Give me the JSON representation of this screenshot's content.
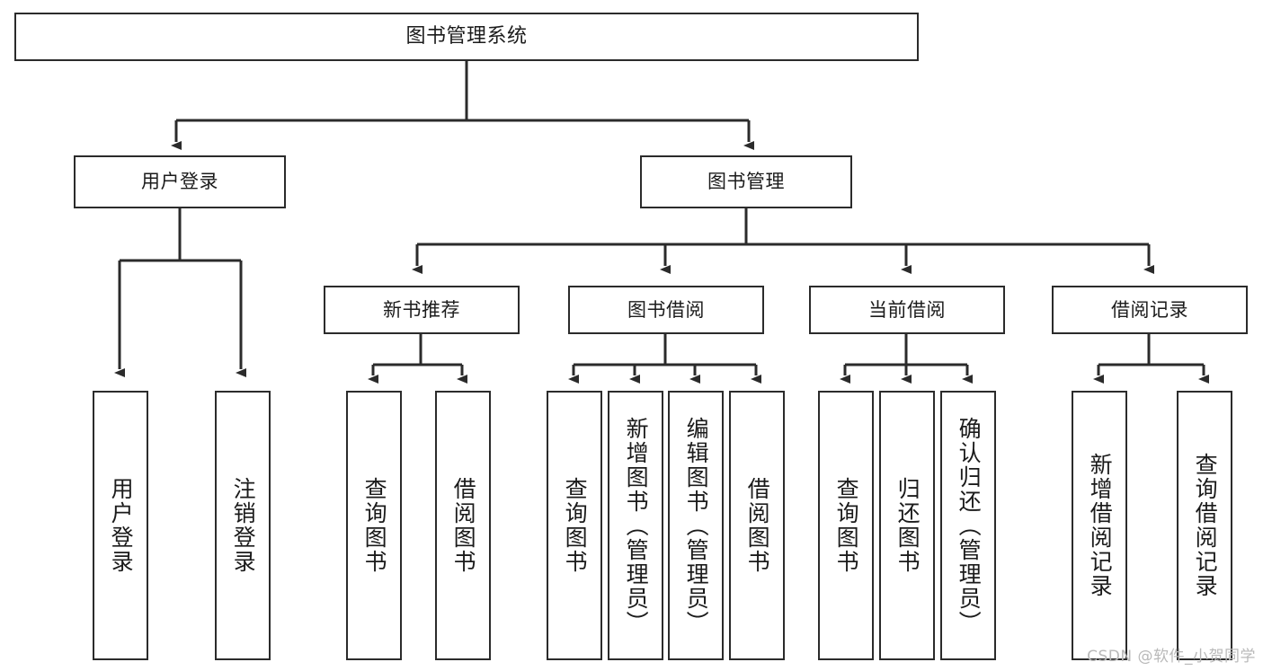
{
  "diagram": {
    "title": "图书管理系统",
    "watermark": "CSDN @软件_小贺同学",
    "colors": {
      "stroke": "#2b2b2b",
      "fill": "#ffffff",
      "text": "#1b1b1b",
      "watermark": "#b9b9b9"
    },
    "nodes": {
      "root": {
        "label": "图书管理系统"
      },
      "level1": [
        {
          "id": "user-login",
          "label": "用户登录"
        },
        {
          "id": "book-manage",
          "label": "图书管理"
        }
      ],
      "level2": [
        {
          "id": "new-book-recommend",
          "label": "新书推荐"
        },
        {
          "id": "book-borrow",
          "label": "图书借阅"
        },
        {
          "id": "current-borrow",
          "label": "当前借阅"
        },
        {
          "id": "borrow-record",
          "label": "借阅记录"
        }
      ],
      "leaves": [
        {
          "id": "leaf-user-login",
          "parent": "user-login",
          "label": "用户登录"
        },
        {
          "id": "leaf-user-logout",
          "parent": "user-login",
          "label": "注销登录"
        },
        {
          "id": "leaf-query-book-1",
          "parent": "new-book-recommend",
          "label": "查询图书"
        },
        {
          "id": "leaf-borrow-book-1",
          "parent": "new-book-recommend",
          "label": "借阅图书"
        },
        {
          "id": "leaf-query-book-2",
          "parent": "book-borrow",
          "label": "查询图书"
        },
        {
          "id": "leaf-add-book-admin",
          "parent": "book-borrow",
          "label": "新增图书（管理员）"
        },
        {
          "id": "leaf-edit-book-admin",
          "parent": "book-borrow",
          "label": "编辑图书（管理员）"
        },
        {
          "id": "leaf-borrow-book-2",
          "parent": "book-borrow",
          "label": "借阅图书"
        },
        {
          "id": "leaf-query-book-3",
          "parent": "current-borrow",
          "label": "查询图书"
        },
        {
          "id": "leaf-return-book",
          "parent": "current-borrow",
          "label": "归还图书"
        },
        {
          "id": "leaf-confirm-return-admin",
          "parent": "current-borrow",
          "label": "确认归还（管理员）"
        },
        {
          "id": "leaf-add-borrow-record",
          "parent": "borrow-record",
          "label": "新增借阅记录"
        },
        {
          "id": "leaf-query-borrow-record",
          "parent": "borrow-record",
          "label": "查询借阅记录"
        }
      ]
    }
  }
}
